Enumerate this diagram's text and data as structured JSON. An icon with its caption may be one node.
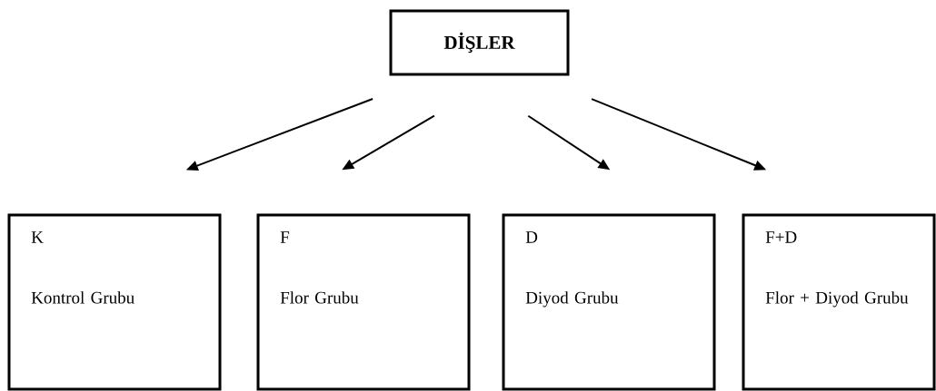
{
  "diagram": {
    "nodes": [
      {
        "text": [
          "DİŞLER"
        ]
      },
      {
        "text": [
          "K",
          "Kontrol Grubu"
        ]
      },
      {
        "text": [
          "F",
          "Flor Grubu"
        ]
      },
      {
        "text": [
          "D",
          "Diyod Grubu"
        ]
      },
      {
        "text": [
          "F+D",
          "Flor + Diyod Grubu"
        ]
      }
    ],
    "edges": [
      {
        "from": 0,
        "to": 1,
        "arrow": "to"
      },
      {
        "from": 0,
        "to": 2,
        "arrow": "to"
      },
      {
        "from": 0,
        "to": 3,
        "arrow": "to"
      },
      {
        "from": 0,
        "to": 4,
        "arrow": "to"
      }
    ]
  }
}
